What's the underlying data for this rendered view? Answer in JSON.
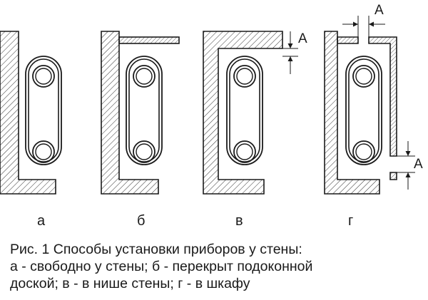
{
  "figure": {
    "panel_labels": [
      "а",
      "б",
      "в",
      "г"
    ],
    "dimension_label": "А"
  },
  "caption": {
    "line1": "Рис. 1 Способы установки приборов у стены:",
    "line2": "а - свободно у стены; б - перекрыт подоконной",
    "line3": "доской; в - в нише стены; г - в шкафу"
  },
  "colors": {
    "ink": "#1a1a1a",
    "hatch": "#333333",
    "board": "#e6e6e6"
  }
}
